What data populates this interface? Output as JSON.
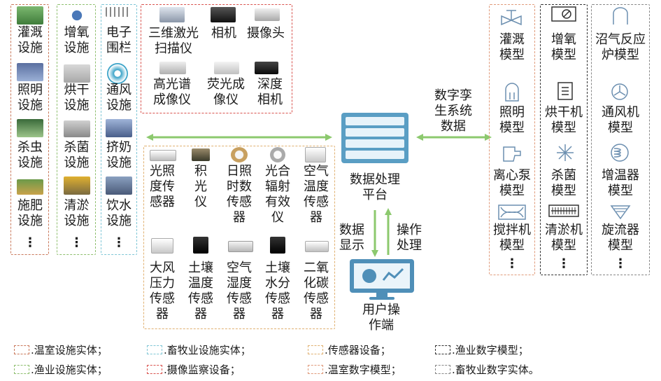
{
  "greenhouse_facilities": [
    "灌溉\n设施",
    "照明\n设施",
    "杀虫\n设施",
    "施肥\n设施",
    "⋮"
  ],
  "fishery_facilities": [
    "增氧\n设施",
    "烘干\n设施",
    "杀菌\n设施",
    "清淤\n设施",
    "⋮"
  ],
  "livestock_facilities": [
    "电子\n围栏",
    "通风\n设施",
    "挤奶\n设施",
    "饮水\n设施",
    "⋮"
  ],
  "camera_devices": [
    "三维激光\n扫描仪",
    "相机",
    "摄像头",
    "高光谱\n成像仪",
    "荧光成\n像仪",
    "深度\n相机"
  ],
  "sensors_row1": [
    "光照\n度传\n感器",
    "积\n光\n仪",
    "日照\n时数\n传感\n器",
    "光合\n辐射\n有效\n仪",
    "空气\n温度\n传感\n器"
  ],
  "sensors_row2": [
    "大风\n压力\n传感\n器",
    "土壤\n温度\n传感\n器",
    "空气\n湿度\n传感\n器",
    "土壤\n水分\n传感\n器",
    "二氧\n化碳\n传感\n器"
  ],
  "platform": {
    "label": "数据处理\n平台"
  },
  "twin_data_label": "数字孪\n生系统\n数据",
  "display_label": "数据\n显示",
  "operation_label": "操作\n处理",
  "user_terminal": {
    "label": "用户操\n作端"
  },
  "greenhouse_models": [
    "灌溉\n模型",
    "照明\n模型",
    "离心泵\n模型",
    "搅拌机\n模型",
    "⋮"
  ],
  "fishery_models": [
    "增氧\n模型",
    "烘干机\n模型",
    "杀菌\n模型",
    "清淤机\n模型",
    "⋮"
  ],
  "livestock_models": [
    "沼气反应\n炉模型",
    "通风机\n模型",
    "增温器\n模型",
    "旋流器\n模型",
    "⋮"
  ],
  "legend": [
    ".温室设施实体；",
    ".畜牧业设施实体；",
    ".传感器设备；",
    ".渔业数字模型；",
    ".渔业设施实体；",
    ".摄像监察设备；",
    ".温室数字模型；",
    ".畜牧业数字实体。"
  ],
  "colors": {
    "greenhouse": "#c9785a",
    "fishery": "#8fbf6f",
    "livestock": "#7fc6d6",
    "camera": "#d9534f",
    "sensor": "#e0b070",
    "gh_model": "#e09a7a",
    "fish_model": "#333333",
    "live_model": "#888888",
    "arrow": "#8cc96e"
  }
}
